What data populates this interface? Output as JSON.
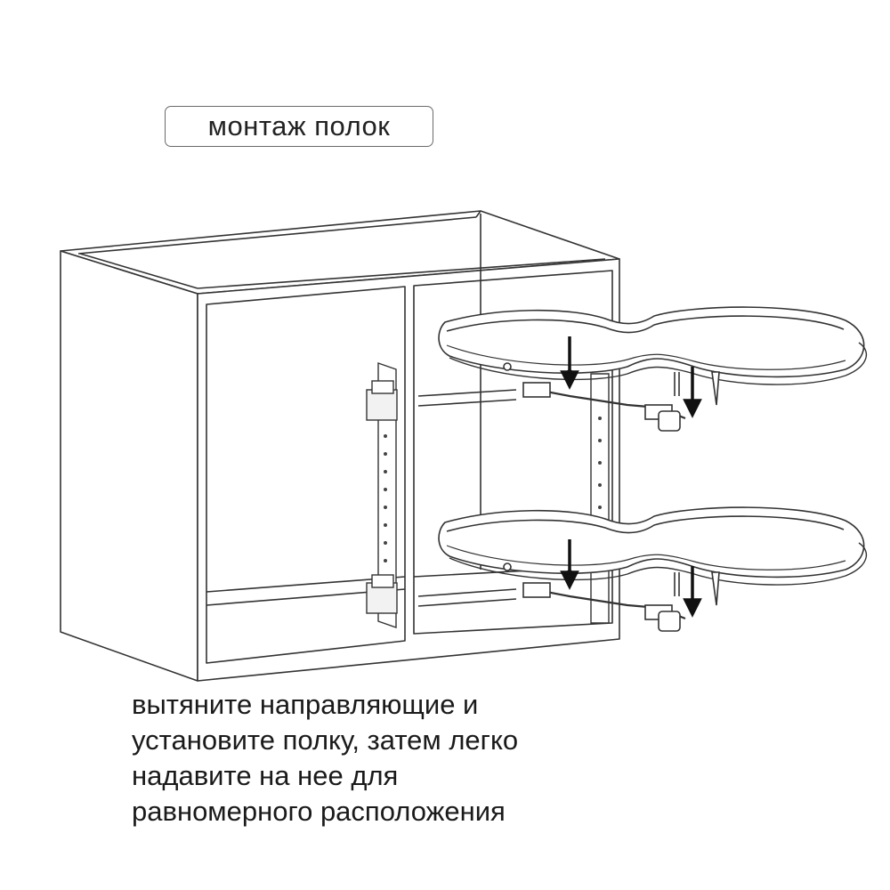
{
  "title": "монтаж полок",
  "instructions": [
    "вытяните направляющие и",
    "установите полку, затем  легко",
    "надавите на нее для",
    "равномерного расположения"
  ],
  "colors": {
    "line": "#333333",
    "arrow": "#111111",
    "background": "#ffffff"
  },
  "icons": [
    "down-arrow-icon"
  ]
}
